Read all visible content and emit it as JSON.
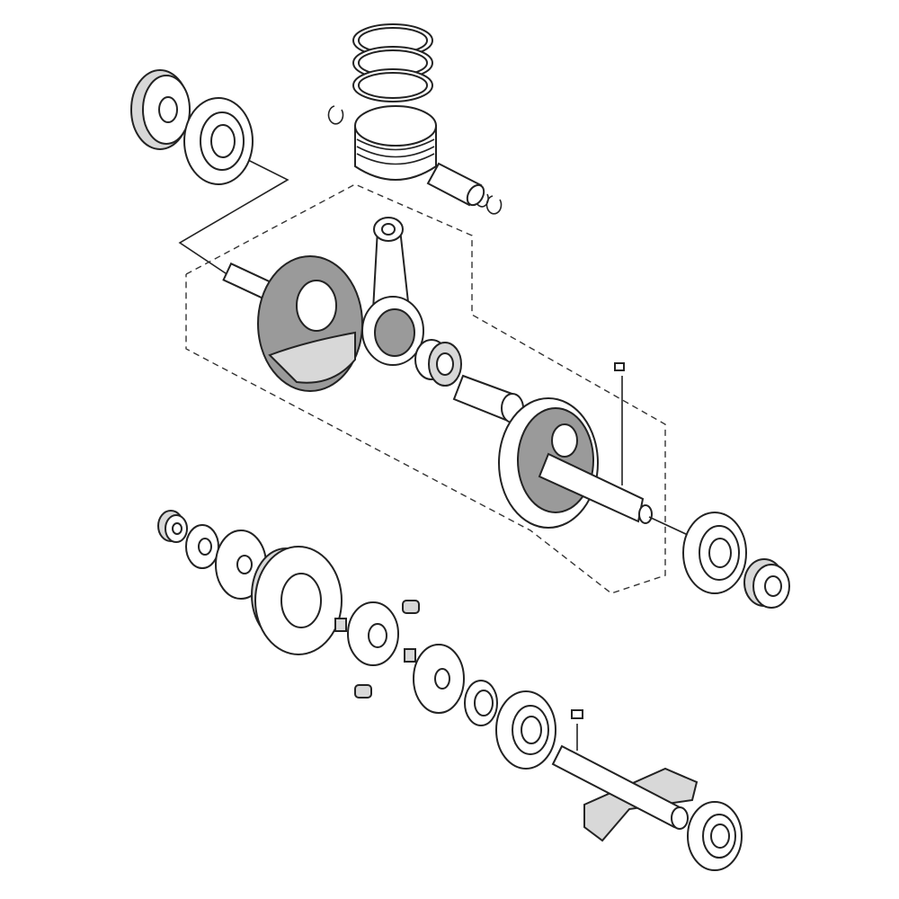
{
  "diagram": {
    "type": "exploded-parts-view",
    "colors": {
      "line": "#222222",
      "shade": "#9a9a9a",
      "background": "#ffffff"
    },
    "parts": [
      "piston-rings",
      "piston",
      "piston-pin",
      "circlips",
      "connecting-rod",
      "needle-bearing",
      "crank-pin",
      "crank-webs",
      "bearings",
      "gears",
      "woodruff-keys",
      "balancer-shaft",
      "damper-springs",
      "washers",
      "nut"
    ]
  }
}
